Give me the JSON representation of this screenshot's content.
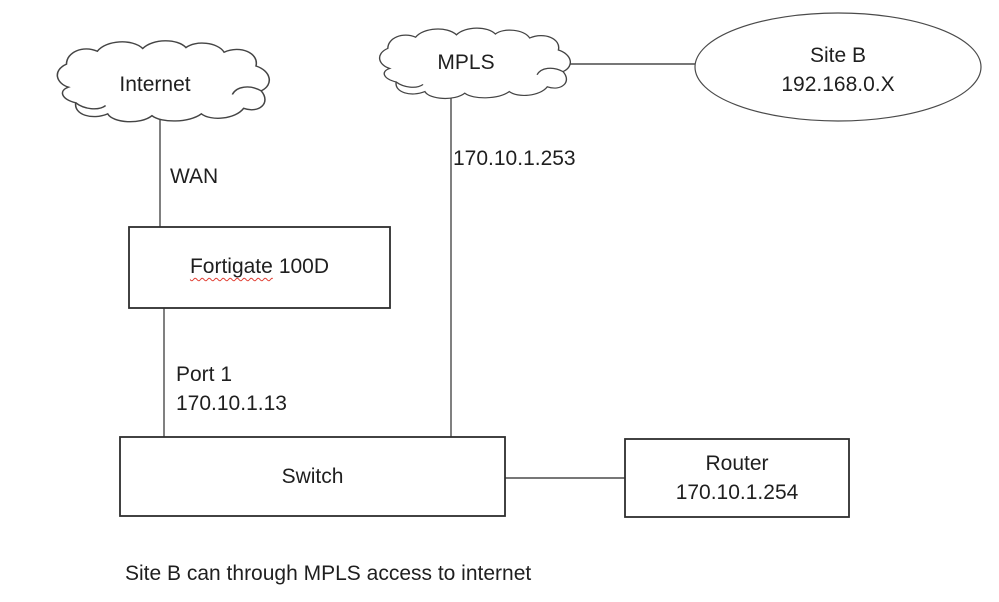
{
  "colors": {
    "background": "#ffffff",
    "stroke": "#3f3f3f",
    "text": "#1f1f1f",
    "misspelling_underline": "#e03c31"
  },
  "diagram": {
    "caption": "Site B can through MPLS access to internet",
    "nodes": {
      "internet": {
        "type": "cloud",
        "label": "Internet"
      },
      "mpls": {
        "type": "cloud",
        "label": "MPLS"
      },
      "site_b": {
        "type": "ellipse",
        "label": "Site B",
        "subnet": "192.168.0.X"
      },
      "fortigate": {
        "type": "box",
        "label_word1": "Fortigate",
        "label_word2": "100D"
      },
      "switch": {
        "type": "box",
        "label": "Switch"
      },
      "router": {
        "type": "box",
        "label": "Router",
        "ip": "170.10.1.254"
      }
    },
    "links": [
      {
        "from": "internet",
        "to": "fortigate",
        "label": "WAN"
      },
      {
        "from": "fortigate",
        "to": "switch",
        "label_port": "Port 1",
        "label_ip": "170.10.1.13"
      },
      {
        "from": "mpls",
        "to": "switch",
        "label": "170.10.1.253"
      },
      {
        "from": "mpls",
        "to": "site_b",
        "label": ""
      },
      {
        "from": "switch",
        "to": "router",
        "label": ""
      }
    ]
  }
}
